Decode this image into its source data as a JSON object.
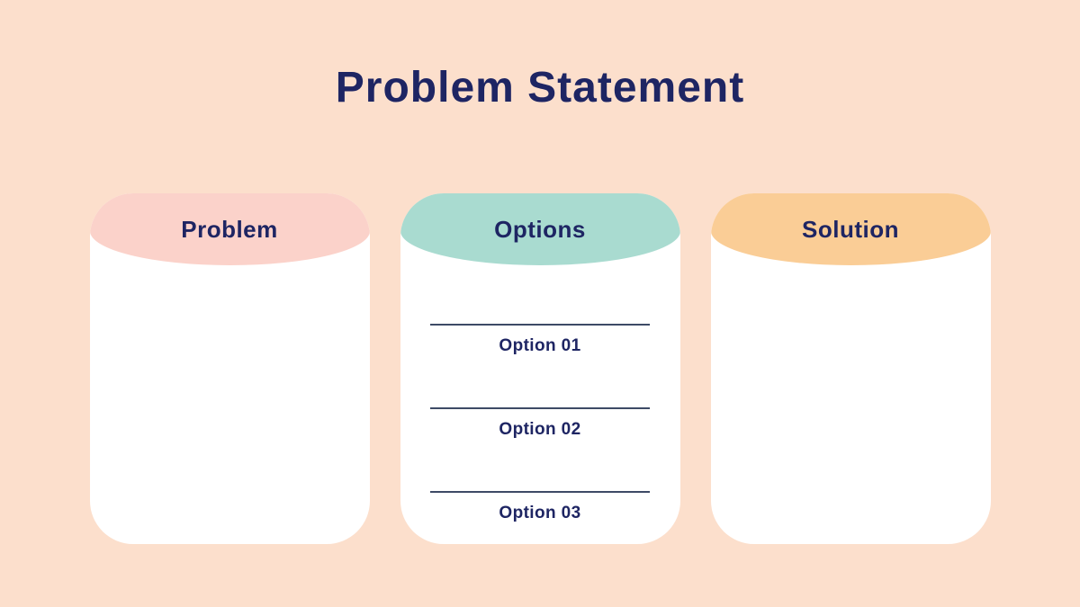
{
  "title": "Problem Statement",
  "colors": {
    "background": "#FCDFCC",
    "text": "#1E2563",
    "card_background": "#FFFFFF",
    "divider": "#3D4A66",
    "problem_header": "#FBD2CA",
    "options_header": "#A9DBD0",
    "solution_header": "#FACD96"
  },
  "cards": [
    {
      "label": "Problem",
      "header_color": "#FBD2CA",
      "items": []
    },
    {
      "label": "Options",
      "header_color": "#A9DBD0",
      "items": [
        "Option 01",
        "Option 02",
        "Option 03"
      ]
    },
    {
      "label": "Solution",
      "header_color": "#FACD96",
      "items": []
    }
  ]
}
